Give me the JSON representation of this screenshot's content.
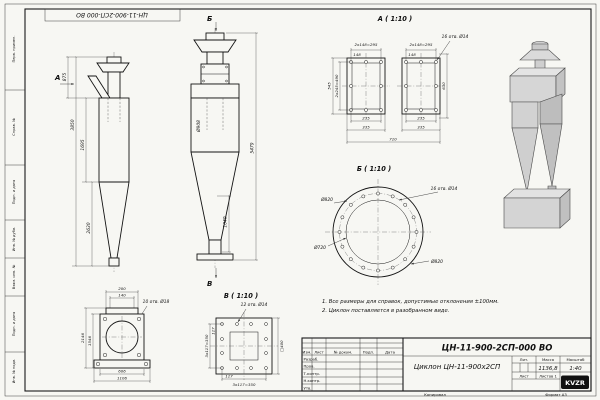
{
  "corner_stamp": "ЦН-11-900-2СП-000 ВО",
  "margin_labels": {
    "perv_primen": "Перв. примен.",
    "sprav_no": "Справ. №",
    "podp_data_1": "Подп. и дата",
    "inv_dubl": "Инв. № дубл.",
    "vzam_inv": "Взам. инв. №",
    "podp_data_2": "Подп. и дата",
    "inv_podl": "Инв. № подл."
  },
  "views": {
    "front": {
      "dir_label": "А",
      "dim_875": "875",
      "dim_3850": "3850",
      "dim_1695": "1695",
      "dim_2630": "2630"
    },
    "main": {
      "dir_top": "Б",
      "dir_bottom": "В",
      "dim_height": "5479",
      "dim_dia": "Ø908",
      "dim_1040": "1040"
    },
    "a": {
      "title": "А ( 1:10 )",
      "pitch_top": "2x148=295",
      "sub_148": "148",
      "holes": "16 отв. Ø14",
      "pitch_left": "2x245=490",
      "dim_545": "545",
      "dim_630": "630",
      "dim_235": "235",
      "dim_335": "335",
      "dim_710": "710"
    },
    "b": {
      "title": "Б ( 1:10 )",
      "holes": "16 отв. Ø14",
      "dia_outer": "Ø820",
      "dia_inner": "Ø720",
      "dia_bolt": "Ø820"
    },
    "v": {
      "title": "В ( 1:10 )",
      "holes": "12 отв. Ø14",
      "pitch_left": "3x117=350",
      "dim_117_l": "117",
      "pitch_bottom": "3x117=350",
      "dim_117_b": "117",
      "square": "□400"
    },
    "bracket": {
      "dim_200": "200",
      "dim_140": "140",
      "holes": "10 отв. Ø18",
      "dim_2146": "2146",
      "dim_1546": "1546",
      "dim_606": "606",
      "dim_1106": "1106"
    }
  },
  "notes": {
    "line1": "1. Все размеры для справок, допустимые отклонения ±100мм.",
    "line2": "2. Циклон поставляется в разобранном виде."
  },
  "titleblock": {
    "doc_number": "ЦН-11-900-2СП-000 ВО",
    "part_name": "Циклон ЦН-11-900х2СП",
    "col_izm": "Изм.",
    "col_list": "Лист",
    "col_doc": "№ докум.",
    "col_podp": "Подп.",
    "col_data": "Дата",
    "row_razrab": "Разраб.",
    "row_prov": "Пров.",
    "row_tkontr": "Т.контр.",
    "row_nkontr": "Н.контр.",
    "row_utv": "Утв.",
    "lit_header": "Лит.",
    "mass_header": "Масса",
    "scale_header": "Масштаб",
    "mass_value": "1136,8",
    "scale_value": "1:40",
    "sheet_label": "Лист",
    "sheets_label": "Листов 1",
    "logo": "KVZR",
    "kopiroval": "Копировал",
    "format": "Формат А3"
  }
}
